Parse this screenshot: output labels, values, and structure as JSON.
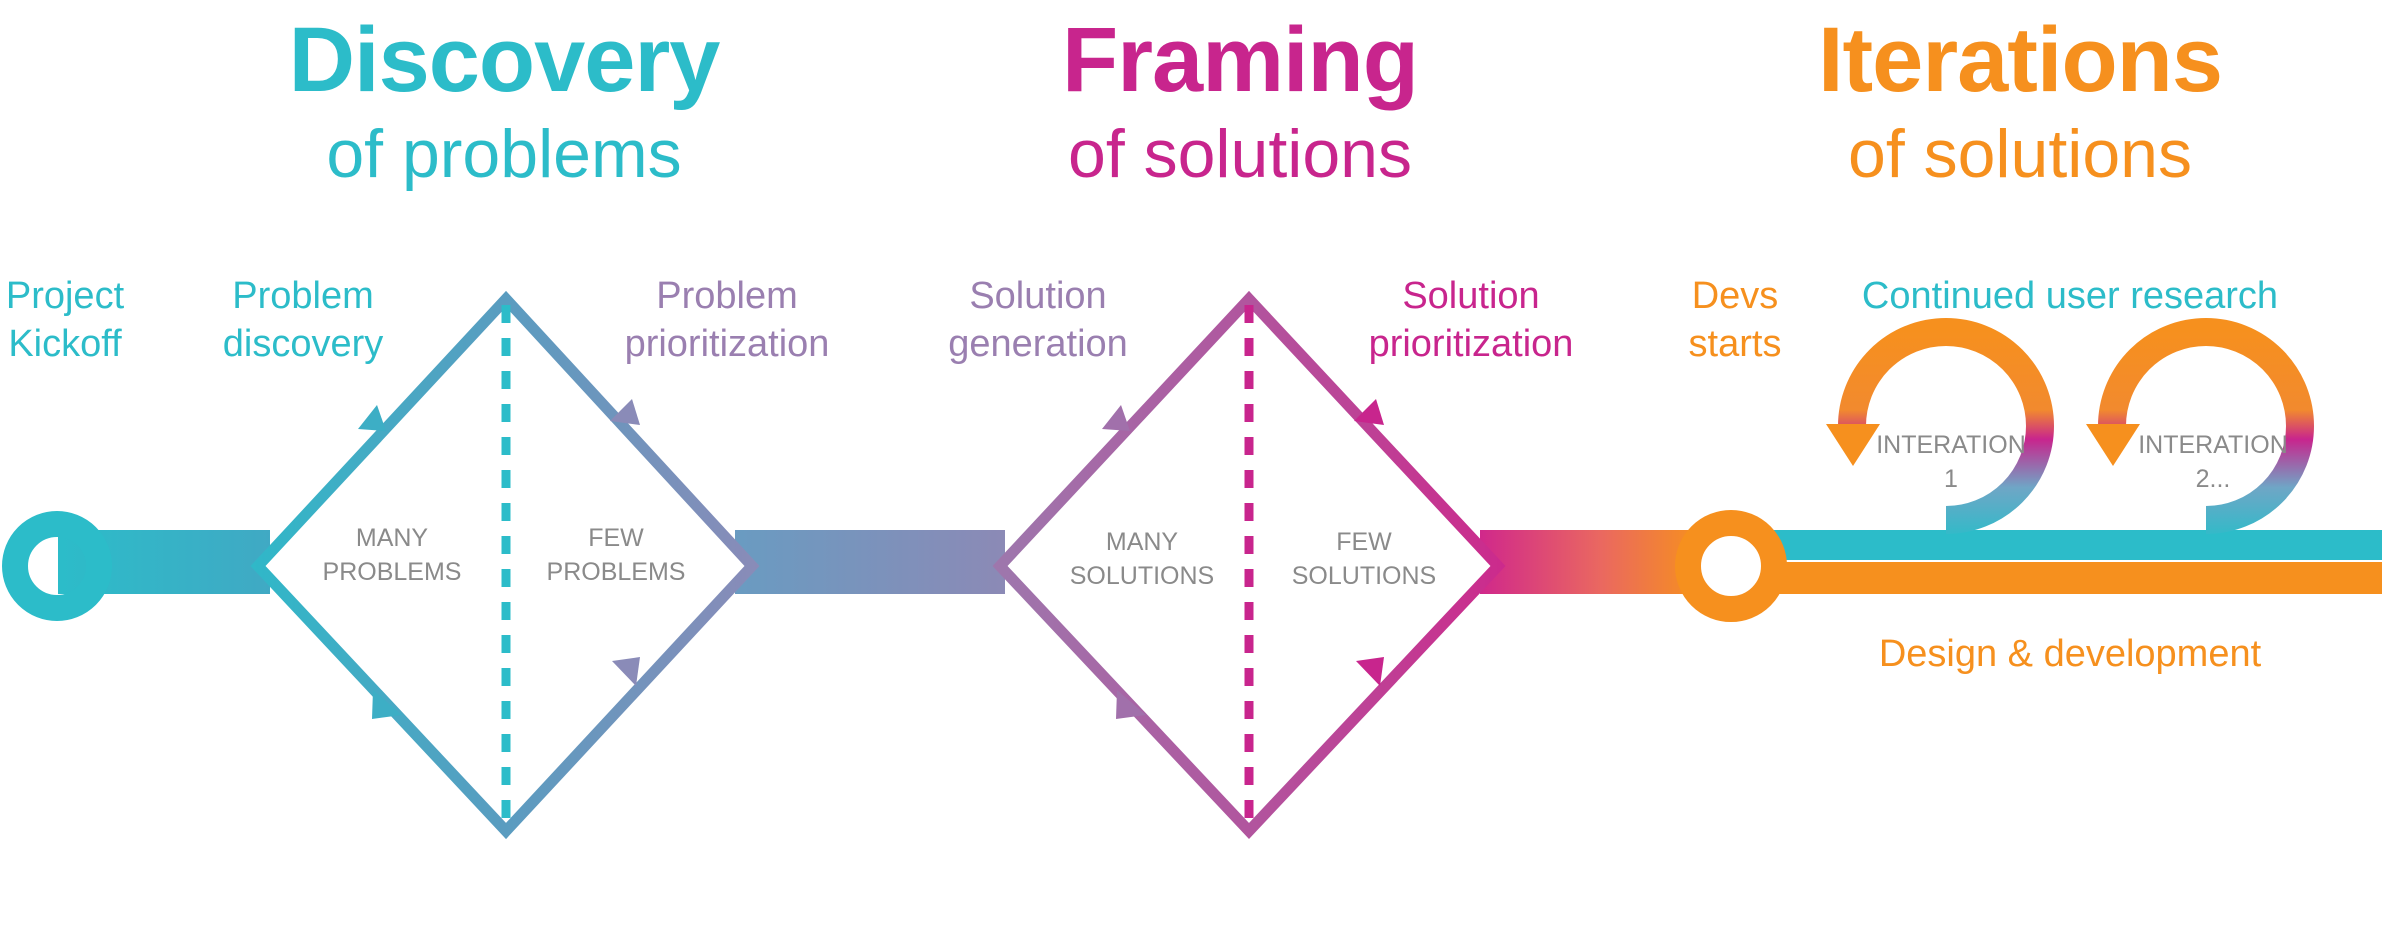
{
  "headings": {
    "discovery": {
      "title": "Discovery",
      "subtitle": "of problems"
    },
    "framing": {
      "title": "Framing",
      "subtitle": "of solutions"
    },
    "iterations": {
      "title": "Iterations",
      "subtitle": "of solutions"
    }
  },
  "stages": {
    "project_kickoff": [
      "Project",
      "Kickoff"
    ],
    "problem_discovery": [
      "Problem",
      "discovery"
    ],
    "problem_prioritization": [
      "Problem",
      "prioritization"
    ],
    "solution_generation": [
      "Solution",
      "generation"
    ],
    "solution_prioritization": [
      "Solution",
      "prioritization"
    ],
    "devs_starts": [
      "Devs",
      "starts"
    ],
    "continued_research": "Continued user research",
    "design_development": "Design & development"
  },
  "diamonds": {
    "problems": {
      "left": [
        "MANY",
        "PROBLEMS"
      ],
      "right": [
        "FEW",
        "PROBLEMS"
      ]
    },
    "solutions": {
      "left": [
        "MANY",
        "SOLUTIONS"
      ],
      "right": [
        "FEW",
        "SOLUTIONS"
      ]
    }
  },
  "iterations": [
    {
      "line1": "INTERATION",
      "line2": "1"
    },
    {
      "line1": "INTERATION",
      "line2": "2..."
    }
  ],
  "colors": {
    "teal": "#2cbcc9",
    "blue_violet": "#7f96bd",
    "violet": "#9a7fb0",
    "purple": "#a85a9f",
    "magenta": "#c8258d",
    "orange": "#f6901e",
    "grey_text": "#8a8a8a"
  }
}
